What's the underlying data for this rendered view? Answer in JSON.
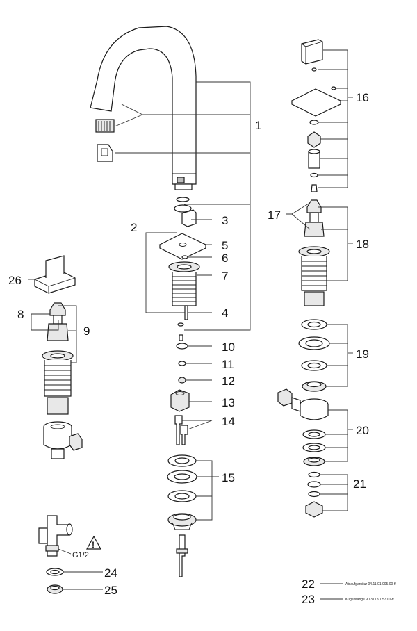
{
  "callouts": {
    "c1": "1",
    "c2": "2",
    "c3": "3",
    "c4": "4",
    "c5": "5",
    "c6": "6",
    "c7": "7",
    "c8": "8",
    "c9": "9",
    "c10": "10",
    "c11": "11",
    "c12": "12",
    "c13": "13",
    "c14": "14",
    "c15": "15",
    "c16": "16",
    "c17": "17",
    "c18": "18",
    "c19": "19",
    "c20": "20",
    "c21": "21",
    "c22": "22",
    "c23": "23",
    "c24": "24",
    "c25": "25",
    "c26": "26"
  },
  "notes": {
    "thread_label": "G1/2",
    "warning_mark": "!",
    "part22_desc": "Ablaufgarnitur 04.11.01.005.00-ff",
    "part23_desc": "Kugelstange 90.31.09.057.00-ff"
  }
}
